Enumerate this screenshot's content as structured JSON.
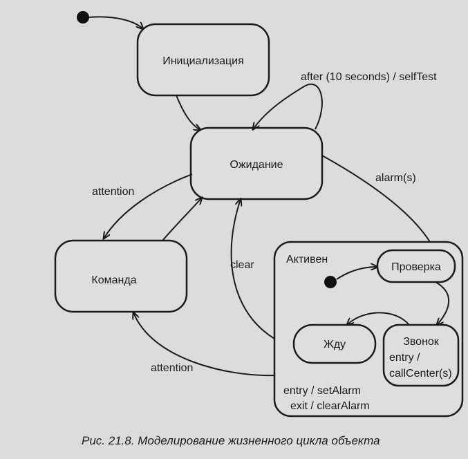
{
  "states": {
    "init": "Инициализация",
    "wait": "Ожидание",
    "command": "Команда",
    "active": "Активен",
    "check": "Проверка",
    "waiting": "Жду",
    "call": "Звонок",
    "call_entry_1": "entry /",
    "call_entry_2": "callCenter(s)",
    "active_entry": "entry / setAlarm",
    "active_exit": "exit / clearAlarm"
  },
  "transitions": {
    "self_test": "after (10 seconds) / selfTest",
    "alarm": "alarm(s)",
    "attention_1": "attention",
    "clear": "clear",
    "attention_2": "attention"
  },
  "caption": "Рис. 21.8. Моделирование жизненного цикла объекта",
  "colors": {
    "background": "#dcdcdc",
    "ink": "#1a1a1a"
  }
}
